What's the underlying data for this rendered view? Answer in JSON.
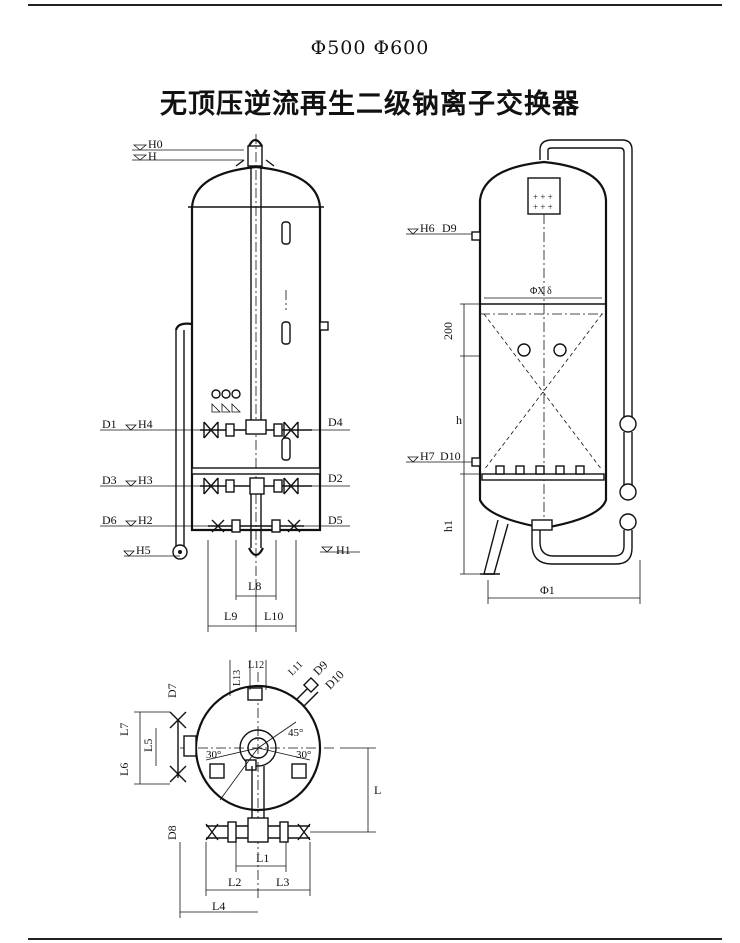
{
  "header": {
    "models": "Φ500  Φ600",
    "title": "无顶压逆流再生二级钠离子交换器"
  },
  "front_view": {
    "level_labels": [
      "H0",
      "H",
      "H4",
      "H3",
      "H2",
      "H5",
      "H1"
    ],
    "nozzle_labels": [
      "D1",
      "D3",
      "D6",
      "D4",
      "D2",
      "D5"
    ],
    "dimension_labels": [
      "L8",
      "L9",
      "L10"
    ]
  },
  "side_view": {
    "level_labels": [
      "H6",
      "H7"
    ],
    "nozzle_labels": [
      "D9",
      "D10"
    ],
    "dimension_labels": [
      "200",
      "h",
      "h1",
      "ΦX δ",
      "Φ1"
    ]
  },
  "plan_view": {
    "nozzle_labels": [
      "D7",
      "D8",
      "D9",
      "D10"
    ],
    "dimension_labels": [
      "L12",
      "L13",
      "L11",
      "L7",
      "L5",
      "L6",
      "L",
      "L1",
      "L2",
      "L3",
      "L4"
    ],
    "angle_labels": [
      "45°",
      "30°",
      "30°"
    ]
  }
}
